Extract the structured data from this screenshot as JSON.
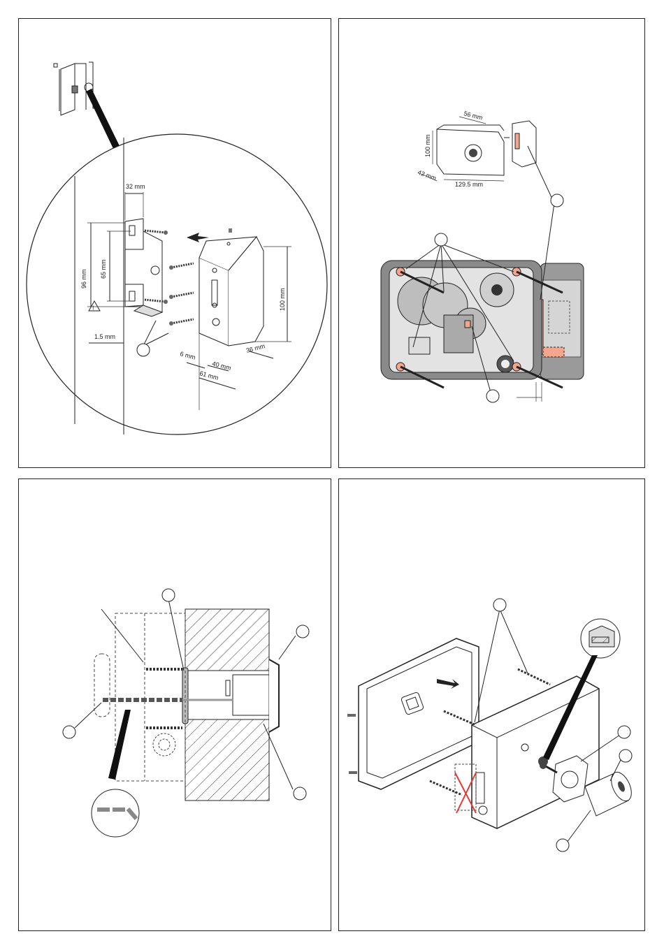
{
  "panel1": {
    "dimensions": {
      "d32": "32 mm",
      "d96": "96 mm",
      "d65": "65 mm",
      "d100": "100 mm",
      "d1_5": "1.5 mm",
      "d6": "6 mm",
      "d40": "40 mm",
      "d61": "61 mm",
      "d36": "36 mm"
    }
  },
  "panel2": {
    "dimensions": {
      "d56": "56 mm",
      "d100": "100 mm",
      "d42": "42 mm",
      "d129_5": "129.5 mm"
    },
    "colors": {
      "highlight": "#f4a58f"
    }
  },
  "panel3": {},
  "panel4": {
    "colors": {
      "cross": "#e53935"
    }
  }
}
